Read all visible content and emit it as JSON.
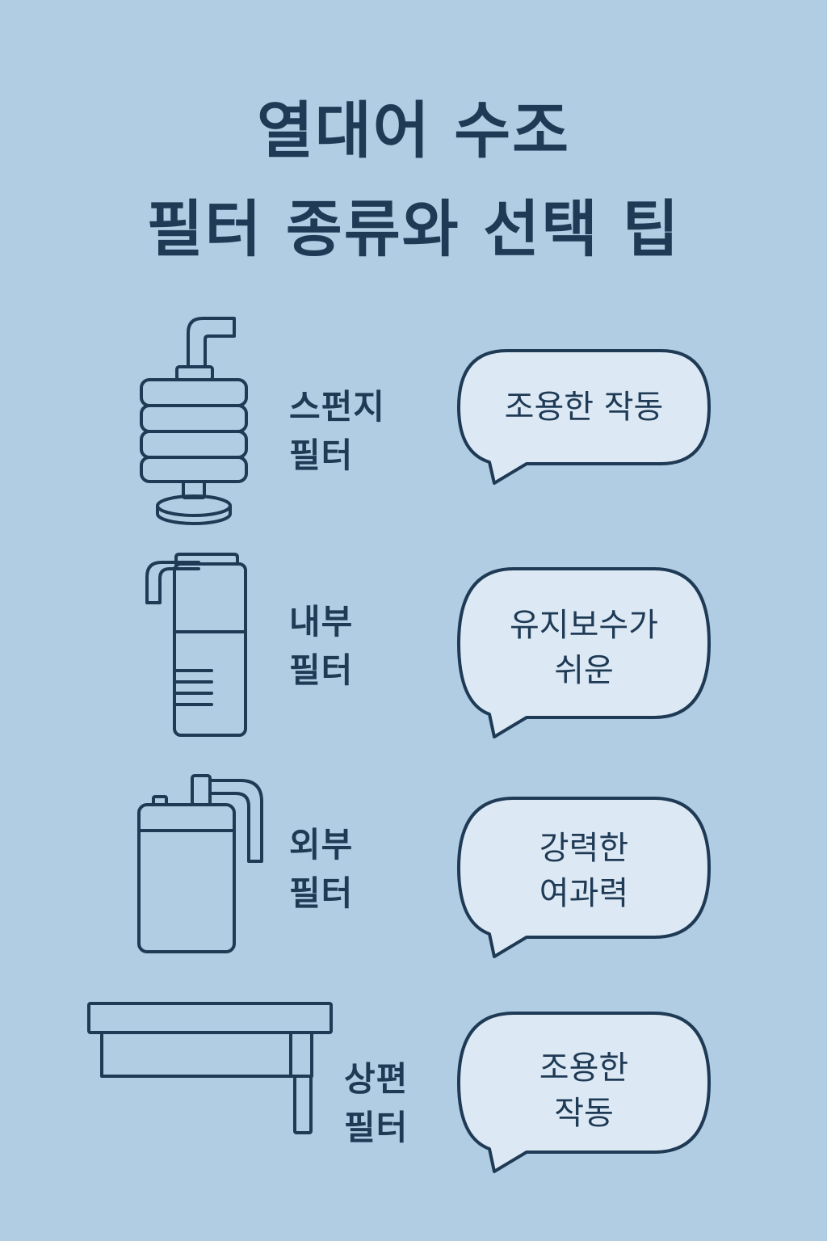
{
  "title": {
    "line1": "열대어 수조",
    "line2": "필터 종류와 선택 팁"
  },
  "filters": [
    {
      "icon": "sponge-filter-icon",
      "name_line1": "스펀지",
      "name_line2": "필터",
      "tip_line1": "조용한 작동",
      "tip_line2": ""
    },
    {
      "icon": "internal-filter-icon",
      "name_line1": "내부",
      "name_line2": "필터",
      "tip_line1": "유지보수가",
      "tip_line2": "쉬운"
    },
    {
      "icon": "external-filter-icon",
      "name_line1": "외부",
      "name_line2": "필터",
      "tip_line1": "강력한",
      "tip_line2": "여과력"
    },
    {
      "icon": "overhead-filter-icon",
      "name_line1": "상편",
      "name_line2": "필터",
      "tip_line1": "조용한",
      "tip_line2": "작동"
    }
  ],
  "colors": {
    "background": "#b0cde3",
    "ink": "#1f3a55",
    "bubble_fill": "#dce9f5"
  }
}
